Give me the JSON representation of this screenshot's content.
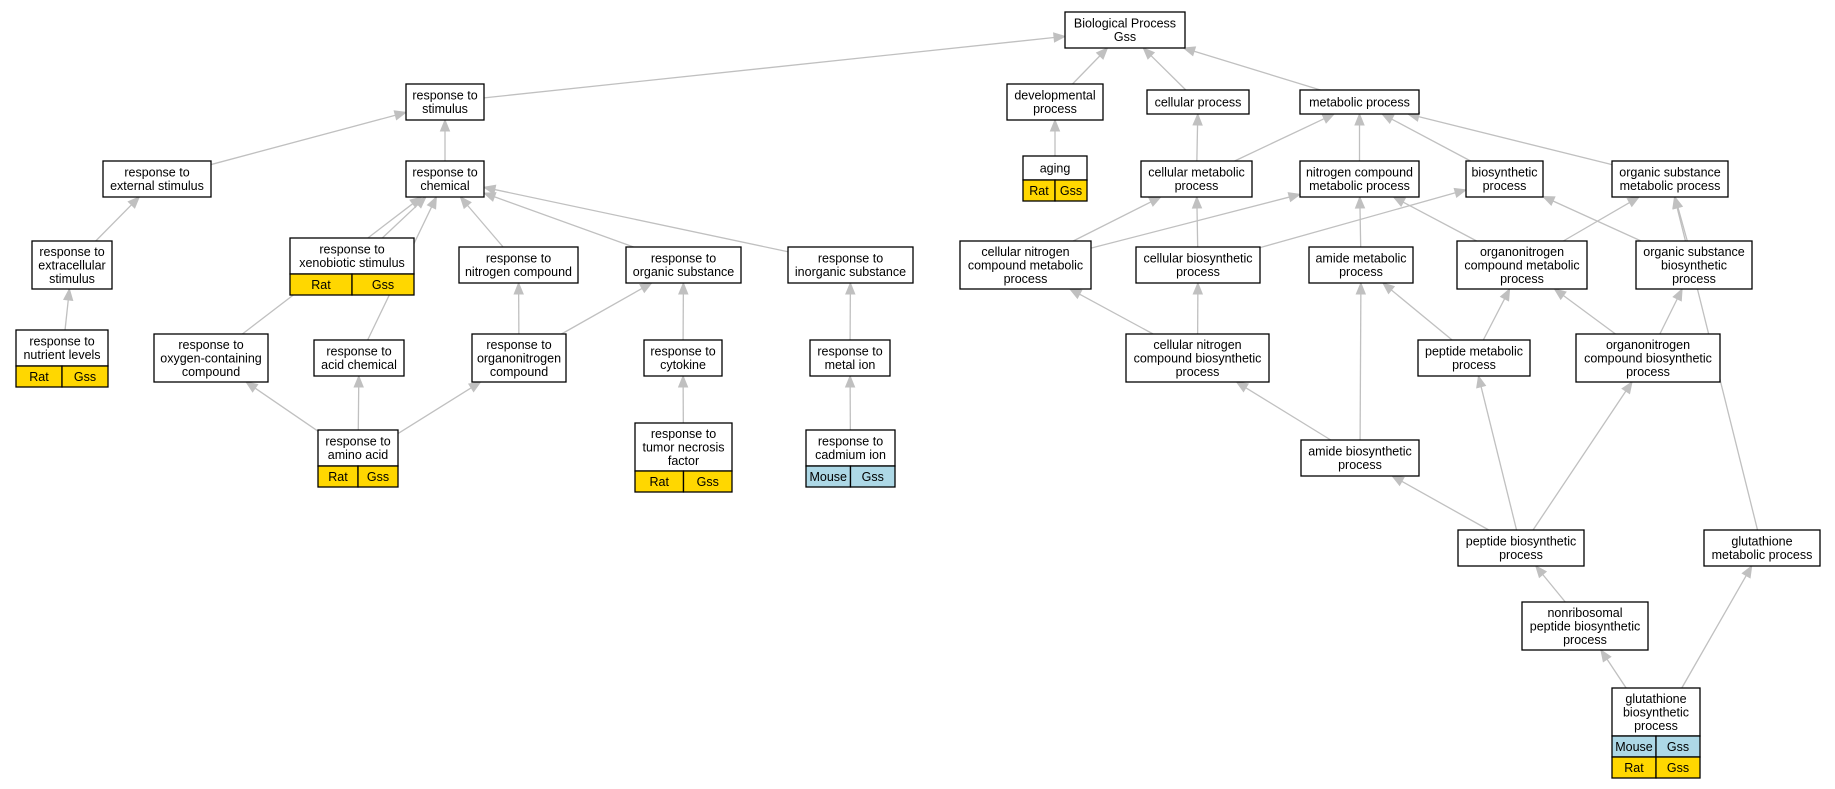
{
  "graph": {
    "palette": {
      "Rat": "#ffd700",
      "Mouse": "#add8e6",
      "edge": "#c0c0c0"
    },
    "nodes": [
      {
        "id": "bp",
        "lines": [
          "Biological Process",
          "Gss"
        ]
      },
      {
        "id": "stim",
        "lines": [
          "response to",
          "stimulus"
        ]
      },
      {
        "id": "dev",
        "lines": [
          "developmental",
          "process"
        ]
      },
      {
        "id": "cell",
        "lines": [
          "cellular process"
        ]
      },
      {
        "id": "met",
        "lines": [
          "metabolic process"
        ]
      },
      {
        "id": "ext",
        "lines": [
          "response to",
          "external stimulus"
        ]
      },
      {
        "id": "chem",
        "lines": [
          "response to",
          "chemical"
        ]
      },
      {
        "id": "aging",
        "lines": [
          "aging"
        ],
        "ann": [
          [
            [
              "Rat",
              "Rat"
            ],
            [
              "Rat",
              "Gss"
            ]
          ]
        ]
      },
      {
        "id": "cmp",
        "lines": [
          "cellular metabolic",
          "process"
        ]
      },
      {
        "id": "ncm",
        "lines": [
          "nitrogen compound",
          "metabolic process"
        ]
      },
      {
        "id": "bio",
        "lines": [
          "biosynthetic",
          "process"
        ]
      },
      {
        "id": "osm",
        "lines": [
          "organic substance",
          "metabolic process"
        ]
      },
      {
        "id": "extc",
        "lines": [
          "response to",
          "extracellular",
          "stimulus"
        ]
      },
      {
        "id": "xeno",
        "lines": [
          "response to",
          "xenobiotic stimulus"
        ],
        "ann": [
          [
            [
              "Rat",
              "Rat"
            ],
            [
              "Rat",
              "Gss"
            ]
          ]
        ]
      },
      {
        "id": "rnc",
        "lines": [
          "response to",
          "nitrogen compound"
        ]
      },
      {
        "id": "ros",
        "lines": [
          "response to",
          "organic substance"
        ]
      },
      {
        "id": "ris",
        "lines": [
          "response to",
          "inorganic substance"
        ]
      },
      {
        "id": "cncm",
        "lines": [
          "cellular nitrogen",
          "compound metabolic",
          "process"
        ]
      },
      {
        "id": "cbp",
        "lines": [
          "cellular biosynthetic",
          "process"
        ]
      },
      {
        "id": "amp",
        "lines": [
          "amide metabolic",
          "process"
        ]
      },
      {
        "id": "oncm",
        "lines": [
          "organonitrogen",
          "compound metabolic",
          "process"
        ]
      },
      {
        "id": "osb",
        "lines": [
          "organic substance",
          "biosynthetic",
          "process"
        ]
      },
      {
        "id": "nut",
        "lines": [
          "response to",
          "nutrient levels"
        ],
        "ann": [
          [
            [
              "Rat",
              "Rat"
            ],
            [
              "Rat",
              "Gss"
            ]
          ]
        ]
      },
      {
        "id": "oxy",
        "lines": [
          "response to",
          "oxygen-containing",
          "compound"
        ]
      },
      {
        "id": "acid",
        "lines": [
          "response to",
          "acid chemical"
        ]
      },
      {
        "id": "rono",
        "lines": [
          "response to",
          "organonitrogen",
          "compound"
        ]
      },
      {
        "id": "cyto",
        "lines": [
          "response to",
          "cytokine"
        ]
      },
      {
        "id": "metion",
        "lines": [
          "response to",
          "metal ion"
        ]
      },
      {
        "id": "cncb",
        "lines": [
          "cellular nitrogen",
          "compound biosynthetic",
          "process"
        ]
      },
      {
        "id": "pmp",
        "lines": [
          "peptide metabolic",
          "process"
        ]
      },
      {
        "id": "oncb",
        "lines": [
          "organonitrogen",
          "compound biosynthetic",
          "process"
        ]
      },
      {
        "id": "amino",
        "lines": [
          "response to",
          "amino acid"
        ],
        "ann": [
          [
            [
              "Rat",
              "Rat"
            ],
            [
              "Rat",
              "Gss"
            ]
          ]
        ]
      },
      {
        "id": "tnf",
        "lines": [
          "response to",
          "tumor necrosis",
          "factor"
        ],
        "ann": [
          [
            [
              "Rat",
              "Rat"
            ],
            [
              "Rat",
              "Gss"
            ]
          ]
        ]
      },
      {
        "id": "cad",
        "lines": [
          "response to",
          "cadmium ion"
        ],
        "ann": [
          [
            [
              "Mouse",
              "Mouse"
            ],
            [
              "Mouse",
              "Gss"
            ]
          ]
        ]
      },
      {
        "id": "amb",
        "lines": [
          "amide biosynthetic",
          "process"
        ]
      },
      {
        "id": "pbp",
        "lines": [
          "peptide biosynthetic",
          "process"
        ]
      },
      {
        "id": "gmp",
        "lines": [
          "glutathione",
          "metabolic process"
        ]
      },
      {
        "id": "nrp",
        "lines": [
          "nonribosomal",
          "peptide biosynthetic",
          "process"
        ]
      },
      {
        "id": "gbp",
        "lines": [
          "glutathione",
          "biosynthetic",
          "process"
        ],
        "ann": [
          [
            [
              "Mouse",
              "Mouse"
            ],
            [
              "Mouse",
              "Gss"
            ]
          ],
          [
            [
              "Rat",
              "Rat"
            ],
            [
              "Rat",
              "Gss"
            ]
          ]
        ]
      }
    ],
    "edges": [
      [
        "stim",
        "bp"
      ],
      [
        "dev",
        "bp"
      ],
      [
        "cell",
        "bp"
      ],
      [
        "met",
        "bp"
      ],
      [
        "ext",
        "stim"
      ],
      [
        "chem",
        "stim"
      ],
      [
        "aging",
        "dev"
      ],
      [
        "cmp",
        "met"
      ],
      [
        "ncm",
        "met"
      ],
      [
        "bio",
        "met"
      ],
      [
        "osm",
        "met"
      ],
      [
        "cmp",
        "cell"
      ],
      [
        "extc",
        "ext"
      ],
      [
        "nut",
        "extc"
      ],
      [
        "xeno",
        "chem"
      ],
      [
        "rnc",
        "chem"
      ],
      [
        "ros",
        "chem"
      ],
      [
        "ris",
        "chem"
      ],
      [
        "oxy",
        "chem"
      ],
      [
        "acid",
        "chem"
      ],
      [
        "rono",
        "rnc"
      ],
      [
        "rono",
        "ros"
      ],
      [
        "cyto",
        "ros"
      ],
      [
        "tnf",
        "cyto"
      ],
      [
        "metion",
        "ris"
      ],
      [
        "cad",
        "metion"
      ],
      [
        "amino",
        "oxy"
      ],
      [
        "amino",
        "acid"
      ],
      [
        "amino",
        "rono"
      ],
      [
        "cncm",
        "cmp"
      ],
      [
        "cncm",
        "ncm"
      ],
      [
        "cbp",
        "cmp"
      ],
      [
        "cbp",
        "bio"
      ],
      [
        "amp",
        "ncm"
      ],
      [
        "oncm",
        "ncm"
      ],
      [
        "oncm",
        "osm"
      ],
      [
        "osb",
        "bio"
      ],
      [
        "osb",
        "osm"
      ],
      [
        "cncb",
        "cncm"
      ],
      [
        "cncb",
        "cbp"
      ],
      [
        "pmp",
        "amp"
      ],
      [
        "pmp",
        "oncm"
      ],
      [
        "oncb",
        "oncm"
      ],
      [
        "oncb",
        "osb"
      ],
      [
        "amb",
        "cncb"
      ],
      [
        "amb",
        "amp"
      ],
      [
        "pbp",
        "amb"
      ],
      [
        "pbp",
        "pmp"
      ],
      [
        "pbp",
        "oncb"
      ],
      [
        "gmp",
        "osm"
      ],
      [
        "nrp",
        "pbp"
      ],
      [
        "gbp",
        "nrp"
      ],
      [
        "gbp",
        "gmp"
      ]
    ]
  }
}
